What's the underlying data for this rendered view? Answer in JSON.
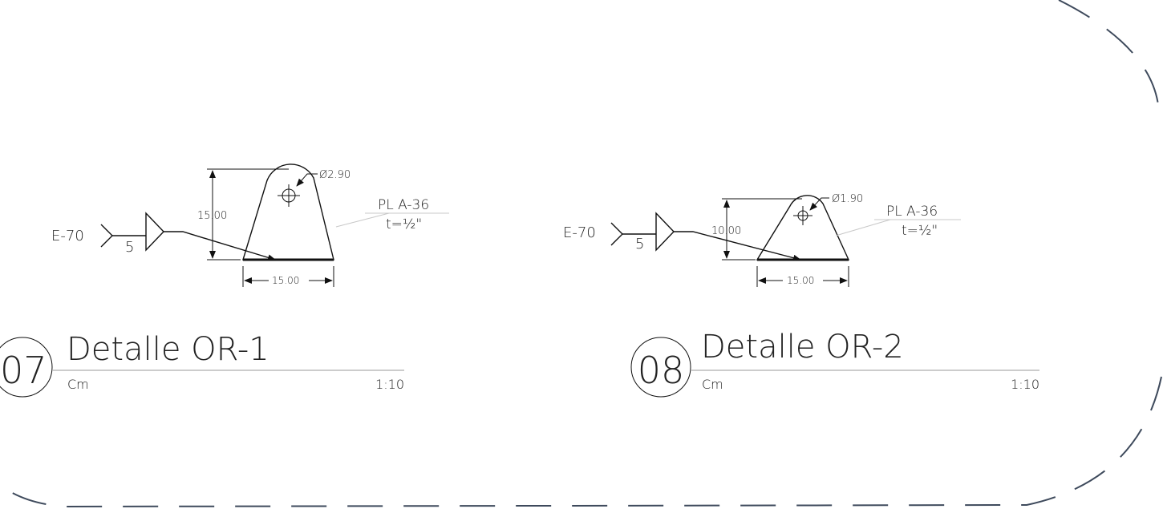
{
  "details": [
    {
      "number": "07",
      "title": "Detalle OR-1",
      "units": "Cm",
      "scale": "1:10",
      "weld": {
        "electrode": "E-70",
        "size": "5"
      },
      "plate": {
        "spec": "PL A-36",
        "thickness": "t=½\""
      },
      "dimensions": {
        "height": "15.00",
        "width": "15.00",
        "hole": "Ø2.90"
      }
    },
    {
      "number": "08",
      "title": "Detalle OR-2",
      "units": "Cm",
      "scale": "1:10",
      "weld": {
        "electrode": "E-70",
        "size": "5"
      },
      "plate": {
        "spec": "PL A-36",
        "thickness": "t=½\""
      },
      "dimensions": {
        "height": "10.00",
        "width": "15.00",
        "hole": "Ø1.90"
      }
    }
  ]
}
